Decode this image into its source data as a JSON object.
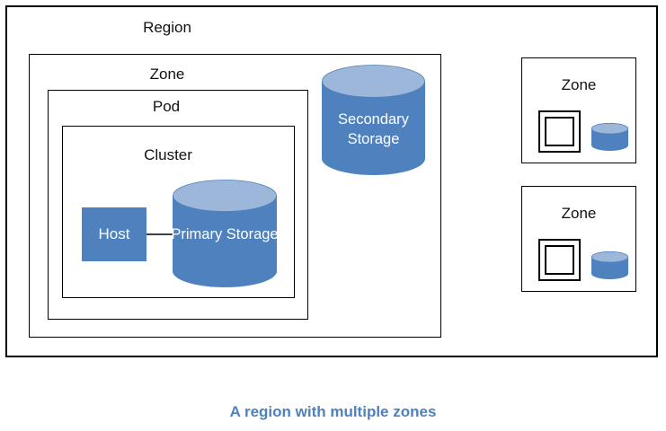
{
  "diagram": {
    "region": {
      "label": "Region"
    },
    "zone": {
      "label": "Zone"
    },
    "pod": {
      "label": "Pod"
    },
    "cluster": {
      "label": "Cluster"
    },
    "host": {
      "label": "Host"
    },
    "primary_storage": {
      "label": "Primary Storage"
    },
    "secondary_storage": {
      "label": "Secondary Storage"
    },
    "right_zones": [
      {
        "label": "Zone"
      },
      {
        "label": "Zone"
      }
    ],
    "caption": "A region with multiple zones"
  },
  "icons": {
    "primary_storage": "cylinder-icon",
    "secondary_storage": "cylinder-icon",
    "small_zone_storage": "cylinder-icon",
    "small_zone_pod_cluster": "nested-squares-icon"
  },
  "colors": {
    "background": "#ffffff",
    "box_border": "#000000",
    "label_text": "#111111",
    "host_fill": "#4e81bd",
    "cylinder_body": "#4e81bd",
    "cylinder_top": "#9db7da",
    "connector": "#404040",
    "caption_text": "#4e81bd"
  }
}
